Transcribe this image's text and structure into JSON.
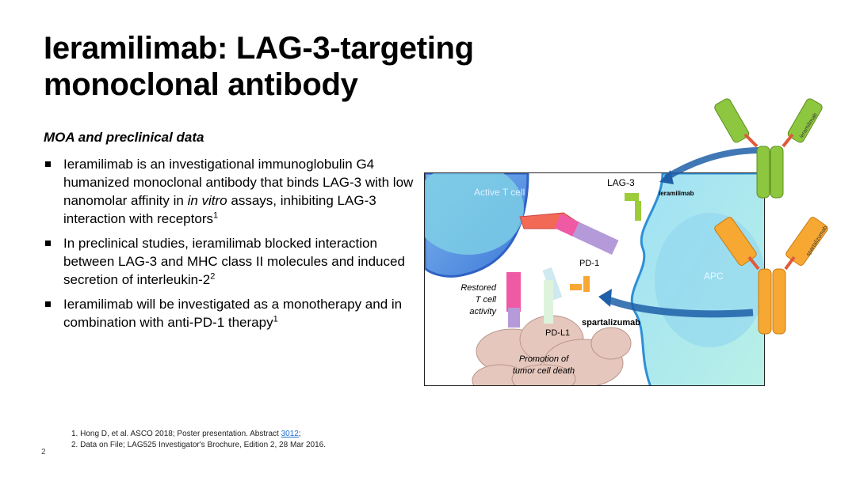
{
  "title": {
    "line1": "Ieramilimab: LAG-3-targeting",
    "line2": "monoclonal antibody"
  },
  "subheading": "MOA and preclinical data",
  "bullets": [
    {
      "text_before": "Ieramilimab is an investigational immunoglobulin G4 humanized monoclonal antibody that binds LAG-3 with low nanomolar affinity in ",
      "italic": "in vitro",
      "text_after": " assays, inhibiting LAG-3 interaction with receptors",
      "sup": "1"
    },
    {
      "text": "In preclinical studies, ieramilimab blocked interaction between LAG-3 and MHC class II molecules and induced secretion of interleukin-2",
      "sup": "2"
    },
    {
      "text": "Ieramilimab will be investigated as a monotherapy and in combination with anti-PD-1 therapy",
      "sup": "1"
    }
  ],
  "diagram": {
    "active_t_cell": "Active T cell",
    "apc": "APC",
    "lag3": "LAG-3",
    "ieramilimab": "ieramilimab",
    "pd1": "PD-1",
    "pdl1": "PD-L1",
    "spartalizumab": "spartalizumab",
    "restored_line1": "Restored",
    "restored_line2": "T cell",
    "restored_line3": "activity",
    "promotion_line1": "Promotion of",
    "promotion_line2": "tumor cell death",
    "antibody_green_label": "ieramilimab",
    "antibody_orange_label": "spartalizumab"
  },
  "references": {
    "ref1_text": "1. Hong D, et al. ASCO 2018; Poster presentation. Abstract ",
    "ref1_link": "3012",
    "ref1_end": ";",
    "ref2": "2. Data on File; LAG525 Investigator's Brochure, Edition 2, 28 Mar 2016."
  },
  "page_number": "2",
  "colors": {
    "green_antibody": "#8dc63f",
    "orange_antibody": "#f7a833",
    "arrow_blue": "#1f5fa8",
    "link": "#1f6fd1"
  }
}
